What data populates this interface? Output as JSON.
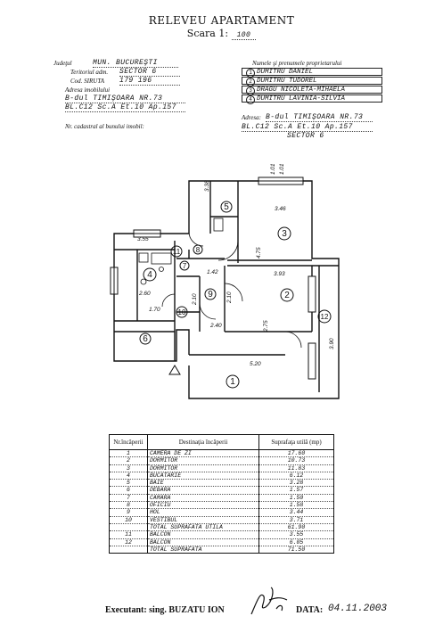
{
  "header": {
    "title": "RELEVEU APARTAMENT",
    "scale_label": "Scara 1:",
    "scale_value": "100"
  },
  "left_info": {
    "county_label": "Judeţul",
    "county_value": "MUN. BUCUREŞTI",
    "territory_label": "Teritoriul adm.",
    "territory_value": "SECTOR 6",
    "siruta_label": "Cod. SIRUTA",
    "siruta_value": "179 196",
    "address_label": "Adresa imobilului",
    "address_line1": "B-dul TIMIŞOARA NR.73",
    "address_line2": "BL.C12 Sc.A Et.10 Ap.157",
    "cadastral_label": "Nr. cadastral al bunului imobil:"
  },
  "owners": {
    "header": "Numele şi prenumele proprietarului",
    "list": [
      {
        "num": "1",
        "name": "DUMITRU DANIEL"
      },
      {
        "num": "2",
        "name": "DUMITRU TUDOREL"
      },
      {
        "num": "3",
        "name": "DRAGU NICOLETA-MIHAELA"
      },
      {
        "num": "4",
        "name": "DUMITRU LAVINIA-SILVIA"
      }
    ],
    "address_label": "Adresa:",
    "address_line1": "B-dul TIMIŞOARA NR.73",
    "address_line2": "BL.C12 Sc.A Et.10 Ap.157",
    "address_line3": "SECTOR 6"
  },
  "plan": {
    "rooms": [
      "1",
      "2",
      "3",
      "4",
      "5",
      "6",
      "7",
      "8",
      "9",
      "10",
      "11",
      "12"
    ],
    "dimensions": {
      "d1_01": "1.01",
      "d3_46": "3.46",
      "d4_75": "4.75",
      "d3_55": "3.55",
      "d3_38": "3.38",
      "d1_42": "1.42",
      "d3_93": "3.93",
      "d2_75": "2.75",
      "d2_40": "2.40",
      "d2_10a": "2.10",
      "d2_10b": "2.10",
      "d2_60": "2.60",
      "d1_70": "1.70",
      "d5_20": "5.20",
      "d3_90": "3.90"
    }
  },
  "table": {
    "col1": "Nr.încăperii",
    "col2": "Destinaţia încăperii",
    "col3": "Suprafaţa utilă (mp)",
    "rows": [
      {
        "nr": "1",
        "dest": "CAMERA DE ZI",
        "area": "17.60"
      },
      {
        "nr": "2",
        "dest": "DORMITOR",
        "area": "10.73"
      },
      {
        "nr": "3",
        "dest": "DORMITOR",
        "area": "11.83"
      },
      {
        "nr": "4",
        "dest": "BUCATARIE",
        "area": "6.12"
      },
      {
        "nr": "5",
        "dest": "BAIE",
        "area": "3.28"
      },
      {
        "nr": "6",
        "dest": "DEBARA",
        "area": "1.57"
      },
      {
        "nr": "7",
        "dest": "CAMARA",
        "area": "1.50"
      },
      {
        "nr": "8",
        "dest": "OFICIU",
        "area": "1.58"
      },
      {
        "nr": "9",
        "dest": "HOL",
        "area": "3.44"
      },
      {
        "nr": "10",
        "dest": "VESTIBUL",
        "area": "3.71"
      },
      {
        "nr": "",
        "dest": "TOTAL SUPRAFATA UTILA",
        "area": "61.90"
      },
      {
        "nr": "11",
        "dest": "BALCON",
        "area": "3.55"
      },
      {
        "nr": "12",
        "dest": "BALCON",
        "area": "6.05"
      },
      {
        "nr": "",
        "dest": "TOTAL SUPRAFATA",
        "area": "71.50"
      }
    ]
  },
  "footer": {
    "executant_label": "Executant: sing. BUZATU ION",
    "date_label": "DATA:",
    "date_value": "04.11.2003"
  }
}
